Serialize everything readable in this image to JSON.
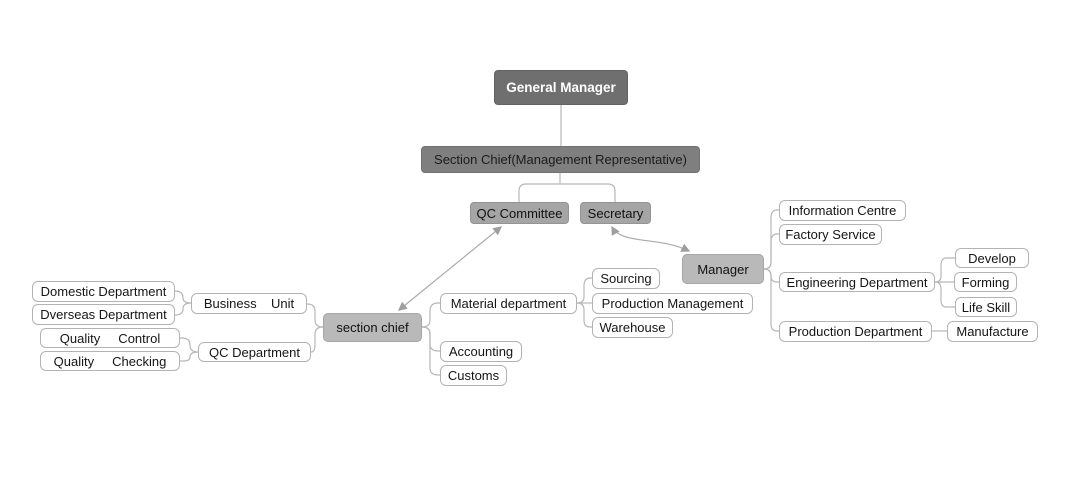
{
  "diagram": {
    "type": "org-chart",
    "palette": {
      "level1_fill": "#6f6f6f",
      "level1_text": "#ffffff",
      "level2_fill": "#7f7f7f",
      "level3_fill": "#a5a5a5",
      "level4_fill": "#b9b9b9",
      "leaf_fill": "#ffffff",
      "leaf_border": "#b3b3b3",
      "connector_line": "#b7b7b7",
      "text": "#151515"
    }
  },
  "nodes": {
    "general_manager": "General Manager",
    "section_chief_rep": "Section Chief(Management Representative)",
    "qc_committee": "QC Committee",
    "secretary": "Secretary",
    "manager": "Manager",
    "section_chief": "section chief",
    "domestic_department": "Domestic Department",
    "dverseas_department": "Dverseas Department",
    "business_unit": "Business    Unit",
    "quality_control": "Quality     Control",
    "quality_checking": "Quality     Checking",
    "qc_department": "QC Department",
    "material_department": "Material department",
    "accounting": "Accounting",
    "customs": "Customs",
    "sourcing": "Sourcing",
    "production_management": "Production Management",
    "warehouse": "Warehouse",
    "information_centre": "Information Centre",
    "factory_service": "Factory Service",
    "engineering_department": "Engineering Department",
    "develop": "Develop",
    "forming": "Forming",
    "life_skill": "Life Skill",
    "production_department": "Production Department",
    "manufacture": "Manufacture"
  },
  "hierarchy": {
    "general_manager": [
      "section_chief_rep"
    ],
    "section_chief_rep": [
      "qc_committee",
      "secretary"
    ],
    "section_chief": [
      "business_unit",
      "qc_department",
      "material_department",
      "accounting",
      "customs"
    ],
    "business_unit": [
      "domestic_department",
      "dverseas_department"
    ],
    "qc_department": [
      "quality_control",
      "quality_checking"
    ],
    "material_department": [
      "sourcing",
      "production_management",
      "warehouse"
    ],
    "manager": [
      "information_centre",
      "factory_service",
      "engineering_department",
      "production_department"
    ],
    "engineering_department": [
      "develop",
      "forming",
      "life_skill"
    ],
    "production_department": [
      "manufacture"
    ]
  },
  "relationships": [
    {
      "from": "qc_committee",
      "to": "section_chief",
      "style": "double-headed-arrow",
      "shape": "straight"
    },
    {
      "from": "secretary",
      "to": "manager",
      "style": "double-headed-arrow",
      "shape": "s-curve"
    }
  ]
}
